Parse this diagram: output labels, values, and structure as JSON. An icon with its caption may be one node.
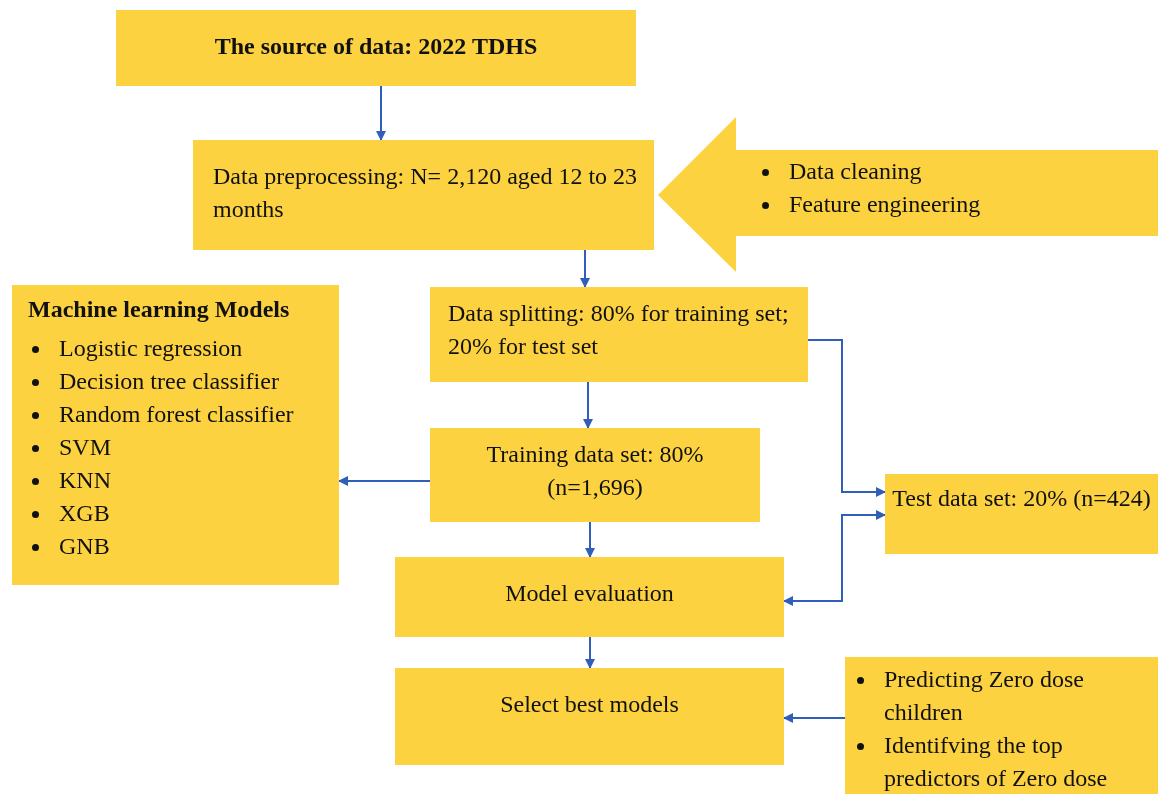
{
  "diagram": {
    "nodes": [
      {
        "text": [
          "The source of data: 2022 TDHS"
        ]
      },
      {
        "text": [
          "Data preprocessing: N= 2,120 aged 12 to 23 months"
        ]
      },
      {
        "text": [
          "Data cleaning",
          "Feature engineering"
        ]
      },
      {
        "text": [
          "Data splitting: 80% for training set; 20% for test set"
        ]
      },
      {
        "text": [
          "Machine learning Models",
          "Logistic regression",
          "Decision tree classifier",
          "Random forest classifier",
          "SVM",
          "KNN",
          "XGB",
          "GNB"
        ]
      },
      {
        "text": [
          "Training data set: 80% (n=1,696)"
        ]
      },
      {
        "text": [
          "Test data set: 20% (n=424)"
        ]
      },
      {
        "text": [
          "Model evaluation"
        ]
      },
      {
        "text": [
          "Select best models"
        ]
      },
      {
        "text": [
          "Predicting Zero dose children",
          "Identifving the top predictors of Zero dose"
        ]
      }
    ],
    "edges": [
      {
        "from": 0,
        "to": 1,
        "arrow": "to"
      },
      {
        "from": 1,
        "to": 3,
        "arrow": "to"
      },
      {
        "from": 3,
        "to": 5,
        "arrow": "to"
      },
      {
        "from": 3,
        "to": 6,
        "arrow": "to"
      },
      {
        "from": 5,
        "to": 4,
        "arrow": "to"
      },
      {
        "from": 5,
        "to": 7,
        "arrow": "to"
      },
      {
        "from": 7,
        "to": 6,
        "arrow": "both"
      },
      {
        "from": 7,
        "to": 8,
        "arrow": "to"
      },
      {
        "from": 9,
        "to": 8,
        "arrow": "to"
      }
    ]
  }
}
